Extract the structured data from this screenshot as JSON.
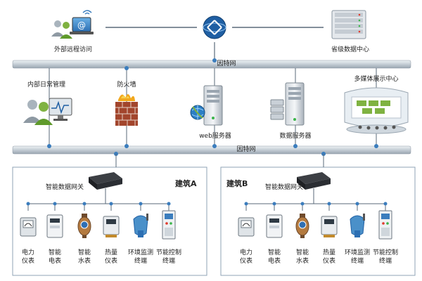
{
  "top": {
    "remote_access": "外部远程访问",
    "provincial_dc": "省级数据中心"
  },
  "middle": {
    "internal_mgmt": "内部日常管理",
    "firewall": "防火墙",
    "web_server": "web服务器",
    "data_server": "数据服务器",
    "multimedia_center": "多媒体展示中心"
  },
  "networks": {
    "ethernet_1": "因特网",
    "ethernet_2": "因特网"
  },
  "building_a": {
    "title": "建筑A",
    "gateway": "智能数据网关",
    "devices": [
      {
        "line1": "电力",
        "line2": "仪表"
      },
      {
        "line1": "智能",
        "line2": "电表"
      },
      {
        "line1": "智能",
        "line2": "水表"
      },
      {
        "line1": "热量",
        "line2": "仪表"
      },
      {
        "line1": "环境监测",
        "line2": "终端"
      },
      {
        "line1": "节能控制",
        "line2": "终端"
      }
    ]
  },
  "building_b": {
    "title": "建筑B",
    "gateway": "智能数据网关",
    "devices": [
      {
        "line1": "电力",
        "line2": "仪表"
      },
      {
        "line1": "智能",
        "line2": "电表"
      },
      {
        "line1": "智能",
        "line2": "水表"
      },
      {
        "line1": "热量",
        "line2": "仪表"
      },
      {
        "line1": "环境监测",
        "line2": "终端"
      },
      {
        "line1": "节能控制",
        "line2": "终端"
      }
    ]
  },
  "colors": {
    "bus": "#c9d2da",
    "line": "#5a6a7a",
    "dot": "#3b7dbd",
    "box_border": "#8fa3b5"
  }
}
